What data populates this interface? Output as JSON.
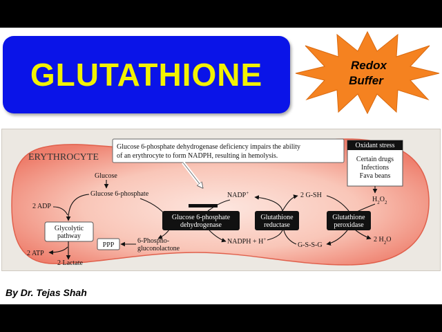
{
  "title": "GLUTATHIONE",
  "badge": {
    "line1": "Redox",
    "line2": "Buffer",
    "color": "#f58220"
  },
  "diagram": {
    "cell_label": "ERYTHROCYTE",
    "callout": {
      "line1": "Glucose 6-phosphate dehydrogenase deficiency impairs the ability",
      "line2": "of an erythrocyte to form NADPH, resulting in hemolysis."
    },
    "oxidant_stress": {
      "title": "Oxidant stress",
      "items": [
        "Certain drugs",
        "Infections",
        "Fava beans"
      ]
    },
    "metabolites": {
      "glucose": "Glucose",
      "glucose_6_phosphate": "Glucose 6-phosphate",
      "adp": "2 ADP",
      "atp": "2 ATP",
      "lactate": "2 Lactate",
      "phosphogluconolactone_1": "6-Phospho-",
      "phosphogluconolactone_2": "gluconolactone",
      "nadp": "NADP",
      "nadph": "NADPH + H",
      "gsh": "2 G-SH",
      "gssg": "G-S-S-G",
      "h2o2": "H",
      "h2o": "2 H"
    },
    "boxes": {
      "glycolytic_1": "Glycolytic",
      "glycolytic_2": "pathway",
      "ppp": "PPP"
    },
    "enzymes": {
      "g6pd_1": "Glucose 6-phosphate",
      "g6pd_2": "dehydrogenase",
      "gr_1": "Glutathione",
      "gr_2": "reductase",
      "gp_1": "Glutathione",
      "gp_2": "peroxidase"
    },
    "colors": {
      "cell_fill": "#f08878",
      "cell_center": "#fde6df",
      "enzyme_fill": "#111111"
    }
  },
  "author": "By Dr. Tejas Shah"
}
